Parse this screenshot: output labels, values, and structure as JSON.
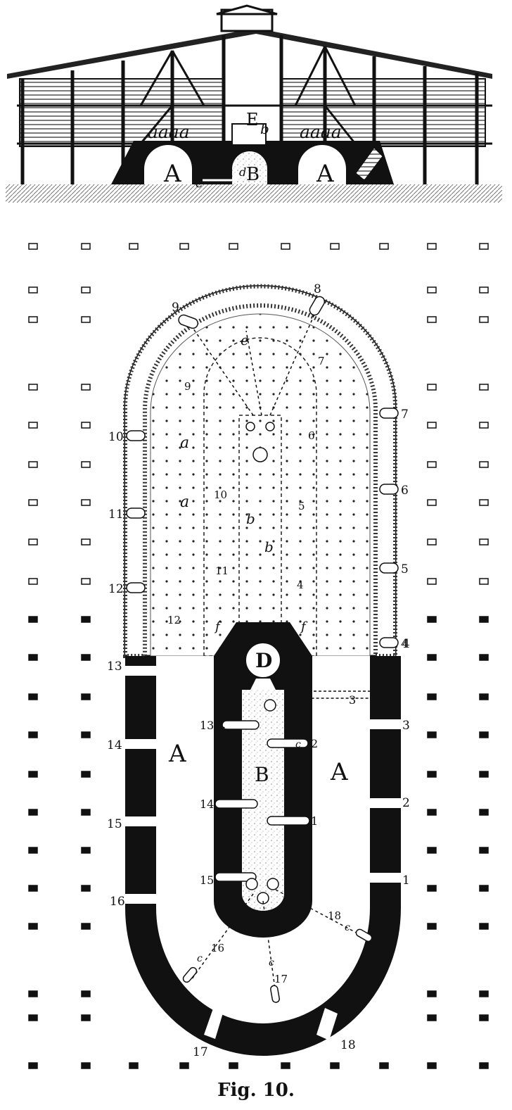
{
  "caption": "Fig. 10.",
  "elevation": {
    "vault_left": "A",
    "vault_right": "A",
    "center_vault": "B",
    "center_top": "E",
    "label_b": "b",
    "label_c": "c",
    "label_d": "d",
    "aaaa_left": "aaaa",
    "aaaa_right": "aaaa"
  },
  "plan": {
    "A_left": "A",
    "A_right": "A",
    "B": "B",
    "D": "D",
    "upper_labels": {
      "a1": "a",
      "a2": "a",
      "b1": "b",
      "b2": "b",
      "e": "e",
      "f1": "f",
      "f2": "f"
    },
    "wall_numbers_left": [
      "13",
      "14",
      "15",
      "16",
      "17"
    ],
    "wall_numbers_right": [
      "1",
      "2",
      "3",
      "4",
      "18"
    ],
    "upper_numbers_left": [
      "9",
      "10",
      "11",
      "12"
    ],
    "upper_numbers_right": [
      "4",
      "5",
      "6",
      "7",
      "8"
    ],
    "inner_numbers": [
      "3",
      "13",
      "2",
      "14",
      "1",
      "15",
      "16",
      "17",
      "18",
      "4",
      "5",
      "6",
      "7",
      "9",
      "10",
      "11",
      "12"
    ],
    "c_labels": [
      "c",
      "c",
      "c",
      "c",
      "c"
    ]
  },
  "colors": {
    "ink": "#111111",
    "paper": "#ffffff",
    "speckle": "#cfcfcf",
    "hatch": "#777777"
  }
}
